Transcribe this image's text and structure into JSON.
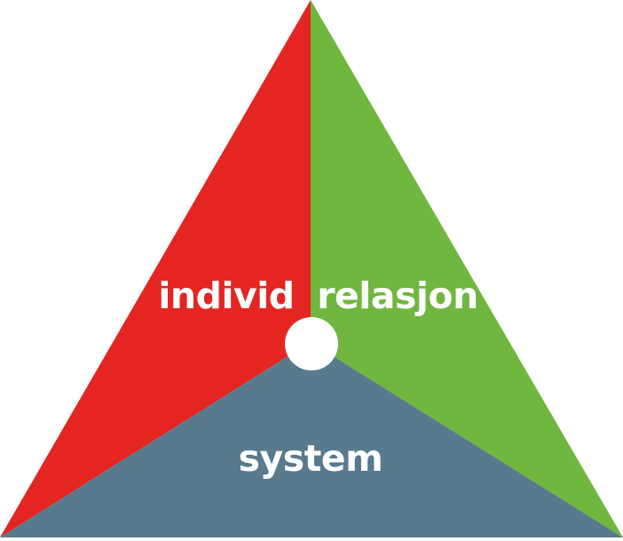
{
  "segments": {
    "individ": {
      "label": "individ",
      "color": "#e42521"
    },
    "relasjon": {
      "label": "relasjon",
      "color": "#6fb73e"
    },
    "system": {
      "label": "system",
      "color": "#597a8c"
    }
  },
  "center_dot_color": "#ffffff"
}
